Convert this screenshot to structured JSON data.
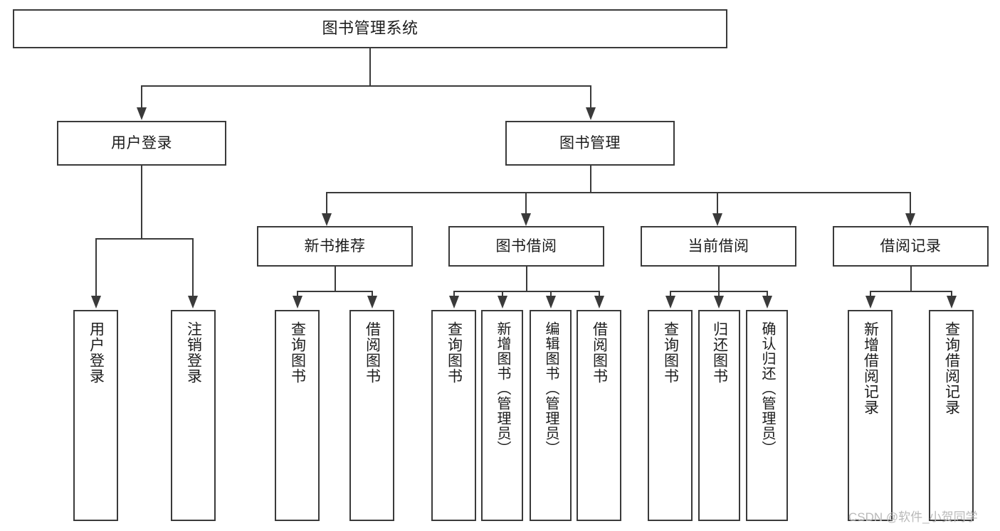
{
  "diagram": {
    "title": "图书管理系统",
    "type": "tree-hierarchy-diagram",
    "root": {
      "label": "图书管理系统"
    },
    "level2": [
      {
        "label": "用户登录"
      },
      {
        "label": "图书管理"
      }
    ],
    "level3": [
      {
        "label": "新书推荐"
      },
      {
        "label": "图书借阅"
      },
      {
        "label": "当前借阅"
      },
      {
        "label": "借阅记录"
      }
    ],
    "leaves": {
      "user_login": [
        {
          "label": "用户登录"
        },
        {
          "label": "注销登录"
        }
      ],
      "new_book_recommend": [
        {
          "label": "查询图书"
        },
        {
          "label": "借阅图书"
        }
      ],
      "book_borrow": [
        {
          "label": "查询图书"
        },
        {
          "label": "新增图书（管理员）"
        },
        {
          "label": "编辑图书（管理员）"
        },
        {
          "label": "借阅图书"
        }
      ],
      "current_borrow": [
        {
          "label": "查询图书"
        },
        {
          "label": "归还图书"
        },
        {
          "label": "确认归还（管理员）"
        }
      ],
      "borrow_record": [
        {
          "label": "新增借阅记录"
        },
        {
          "label": "查询借阅记录"
        }
      ]
    }
  },
  "watermark": {
    "text": "CSDN @软件_小贺同学"
  },
  "colors": {
    "stroke": "#3a3a3a",
    "background": "#ffffff",
    "text": "#1c1c1c",
    "watermark": "#b9b9b9"
  }
}
